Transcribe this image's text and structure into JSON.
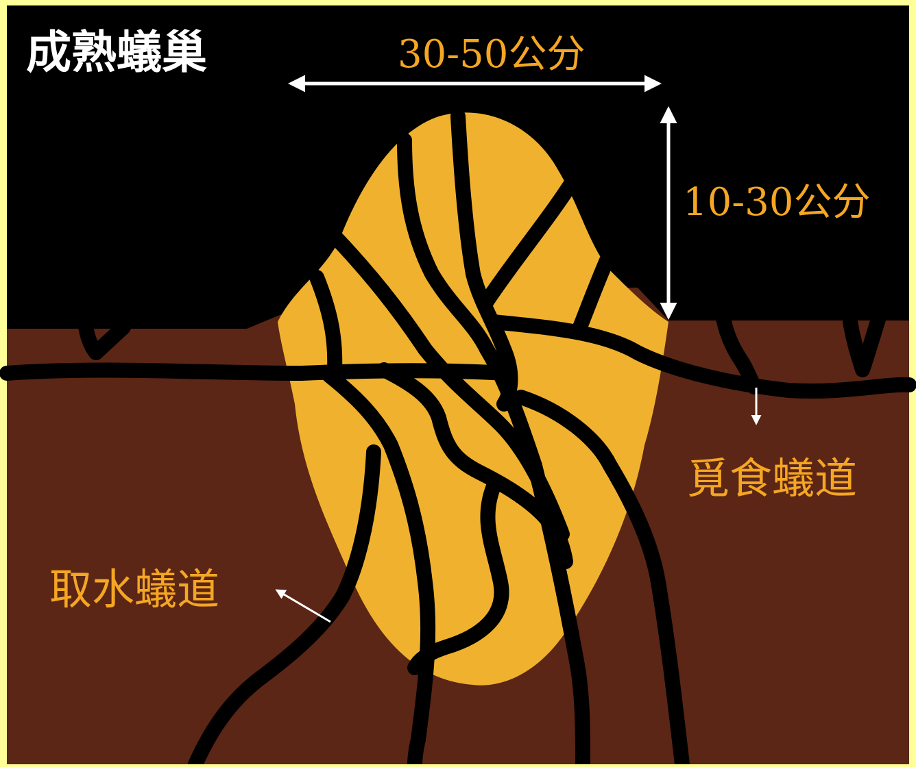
{
  "diagram": {
    "title": "成熟蟻巢",
    "width_label": "30-50公分",
    "height_label": "10-30公分",
    "foraging_tunnel_label": "覓食蟻道",
    "water_tunnel_label": "取水蟻道"
  },
  "colors": {
    "frame": "#ffff99",
    "sky": "#000000",
    "soil": "#5b2615",
    "nest_mound": "#f0b22e",
    "tunnels": "#000000",
    "arrows": "#ffffff",
    "labels_accent": "#f5a623",
    "title": "#ffffff"
  }
}
